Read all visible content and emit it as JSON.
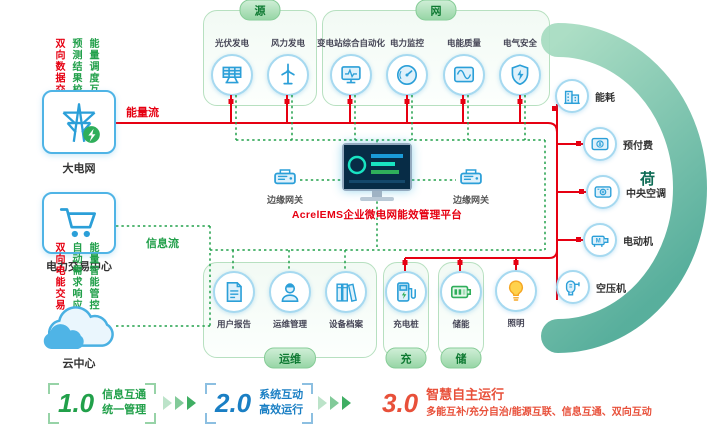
{
  "colors": {
    "energy_flow": "#e60012",
    "info_flow": "#21a04a",
    "accent_blue": "#2b9fd8",
    "section_green": "#97d6a6",
    "arc_teal": "#4aa894",
    "stage1_green": "#2fa84f",
    "stage2_blue": "#1a7fc4",
    "stage3_red": "#e8503a",
    "lighting_yellow": "#ffd24d"
  },
  "flows": {
    "energy": {
      "label": "能量流",
      "color": "#e60012"
    },
    "info": {
      "label": "信息流",
      "color": "#21a04a"
    }
  },
  "left_panel": {
    "top_notes": [
      {
        "text": "双向数据交互",
        "color": "#e60012"
      },
      {
        "text": "预测结果校验",
        "color": "#21a04a"
      },
      {
        "text": "能量调度互动",
        "color": "#21a04a"
      }
    ],
    "bottom_notes": [
      {
        "text": "双向电能交易",
        "color": "#e60012"
      },
      {
        "text": "自动需求响应",
        "color": "#21a04a"
      },
      {
        "text": "能量智能管控",
        "color": "#21a04a"
      }
    ],
    "nodes": [
      {
        "label": "大电网",
        "icon": "transmission-tower-icon"
      },
      {
        "label": "电力交易中心",
        "icon": "shopping-cart-icon"
      },
      {
        "label": "云中心",
        "icon": "cloud-icon"
      }
    ]
  },
  "sections": {
    "source": {
      "badge": "源",
      "items": [
        {
          "label": "光伏发电",
          "icon": "solar-panel-icon"
        },
        {
          "label": "风力发电",
          "icon": "wind-turbine-icon"
        }
      ]
    },
    "network": {
      "badge": "网",
      "items": [
        {
          "label": "变电站综合自动化",
          "icon": "substation-icon"
        },
        {
          "label": "电力监控",
          "icon": "power-monitor-icon"
        },
        {
          "label": "电能质量",
          "icon": "power-quality-icon"
        },
        {
          "label": "电气安全",
          "icon": "electrical-safety-icon"
        }
      ]
    },
    "om": {
      "badge": "运维",
      "items": [
        {
          "label": "用户报告",
          "icon": "report-icon"
        },
        {
          "label": "运维管理",
          "icon": "maintenance-icon"
        },
        {
          "label": "设备档案",
          "icon": "archive-icon"
        }
      ]
    },
    "charge": {
      "badge": "充",
      "items": [
        {
          "label": "充电桩",
          "icon": "charging-pile-icon"
        }
      ]
    },
    "storage": {
      "badge": "储",
      "items": [
        {
          "label": "储能",
          "icon": "battery-icon"
        }
      ]
    }
  },
  "load": {
    "label": "荷",
    "items": [
      {
        "label": "能耗",
        "icon": "building-icon"
      },
      {
        "label": "预付费",
        "icon": "prepaid-icon"
      },
      {
        "label": "中央空调",
        "icon": "hvac-icon"
      },
      {
        "label": "电动机",
        "icon": "motor-icon"
      },
      {
        "label": "空压机",
        "icon": "compressor-icon"
      },
      {
        "label": "照明",
        "icon": "lighting-icon"
      }
    ]
  },
  "center": {
    "platform_title": "AcrelEMS企业微电网能效管理平台",
    "gateways": [
      {
        "label": "边缘网关",
        "icon": "edge-gateway-icon"
      },
      {
        "label": "边缘网关",
        "icon": "edge-gateway-icon"
      }
    ]
  },
  "legend": {
    "stages": [
      {
        "version": "1.0",
        "line1": "信息互通",
        "line2": "统一管理",
        "color": "#2fa84f"
      },
      {
        "version": "2.0",
        "line1": "系统互动",
        "line2": "高效运行",
        "color": "#1a7fc4"
      },
      {
        "version": "3.0",
        "line1": "智慧自主运行",
        "line2": "多能互补/充分自治/能源互联、信息互通、双向互动",
        "color": "#e8503a"
      }
    ]
  }
}
